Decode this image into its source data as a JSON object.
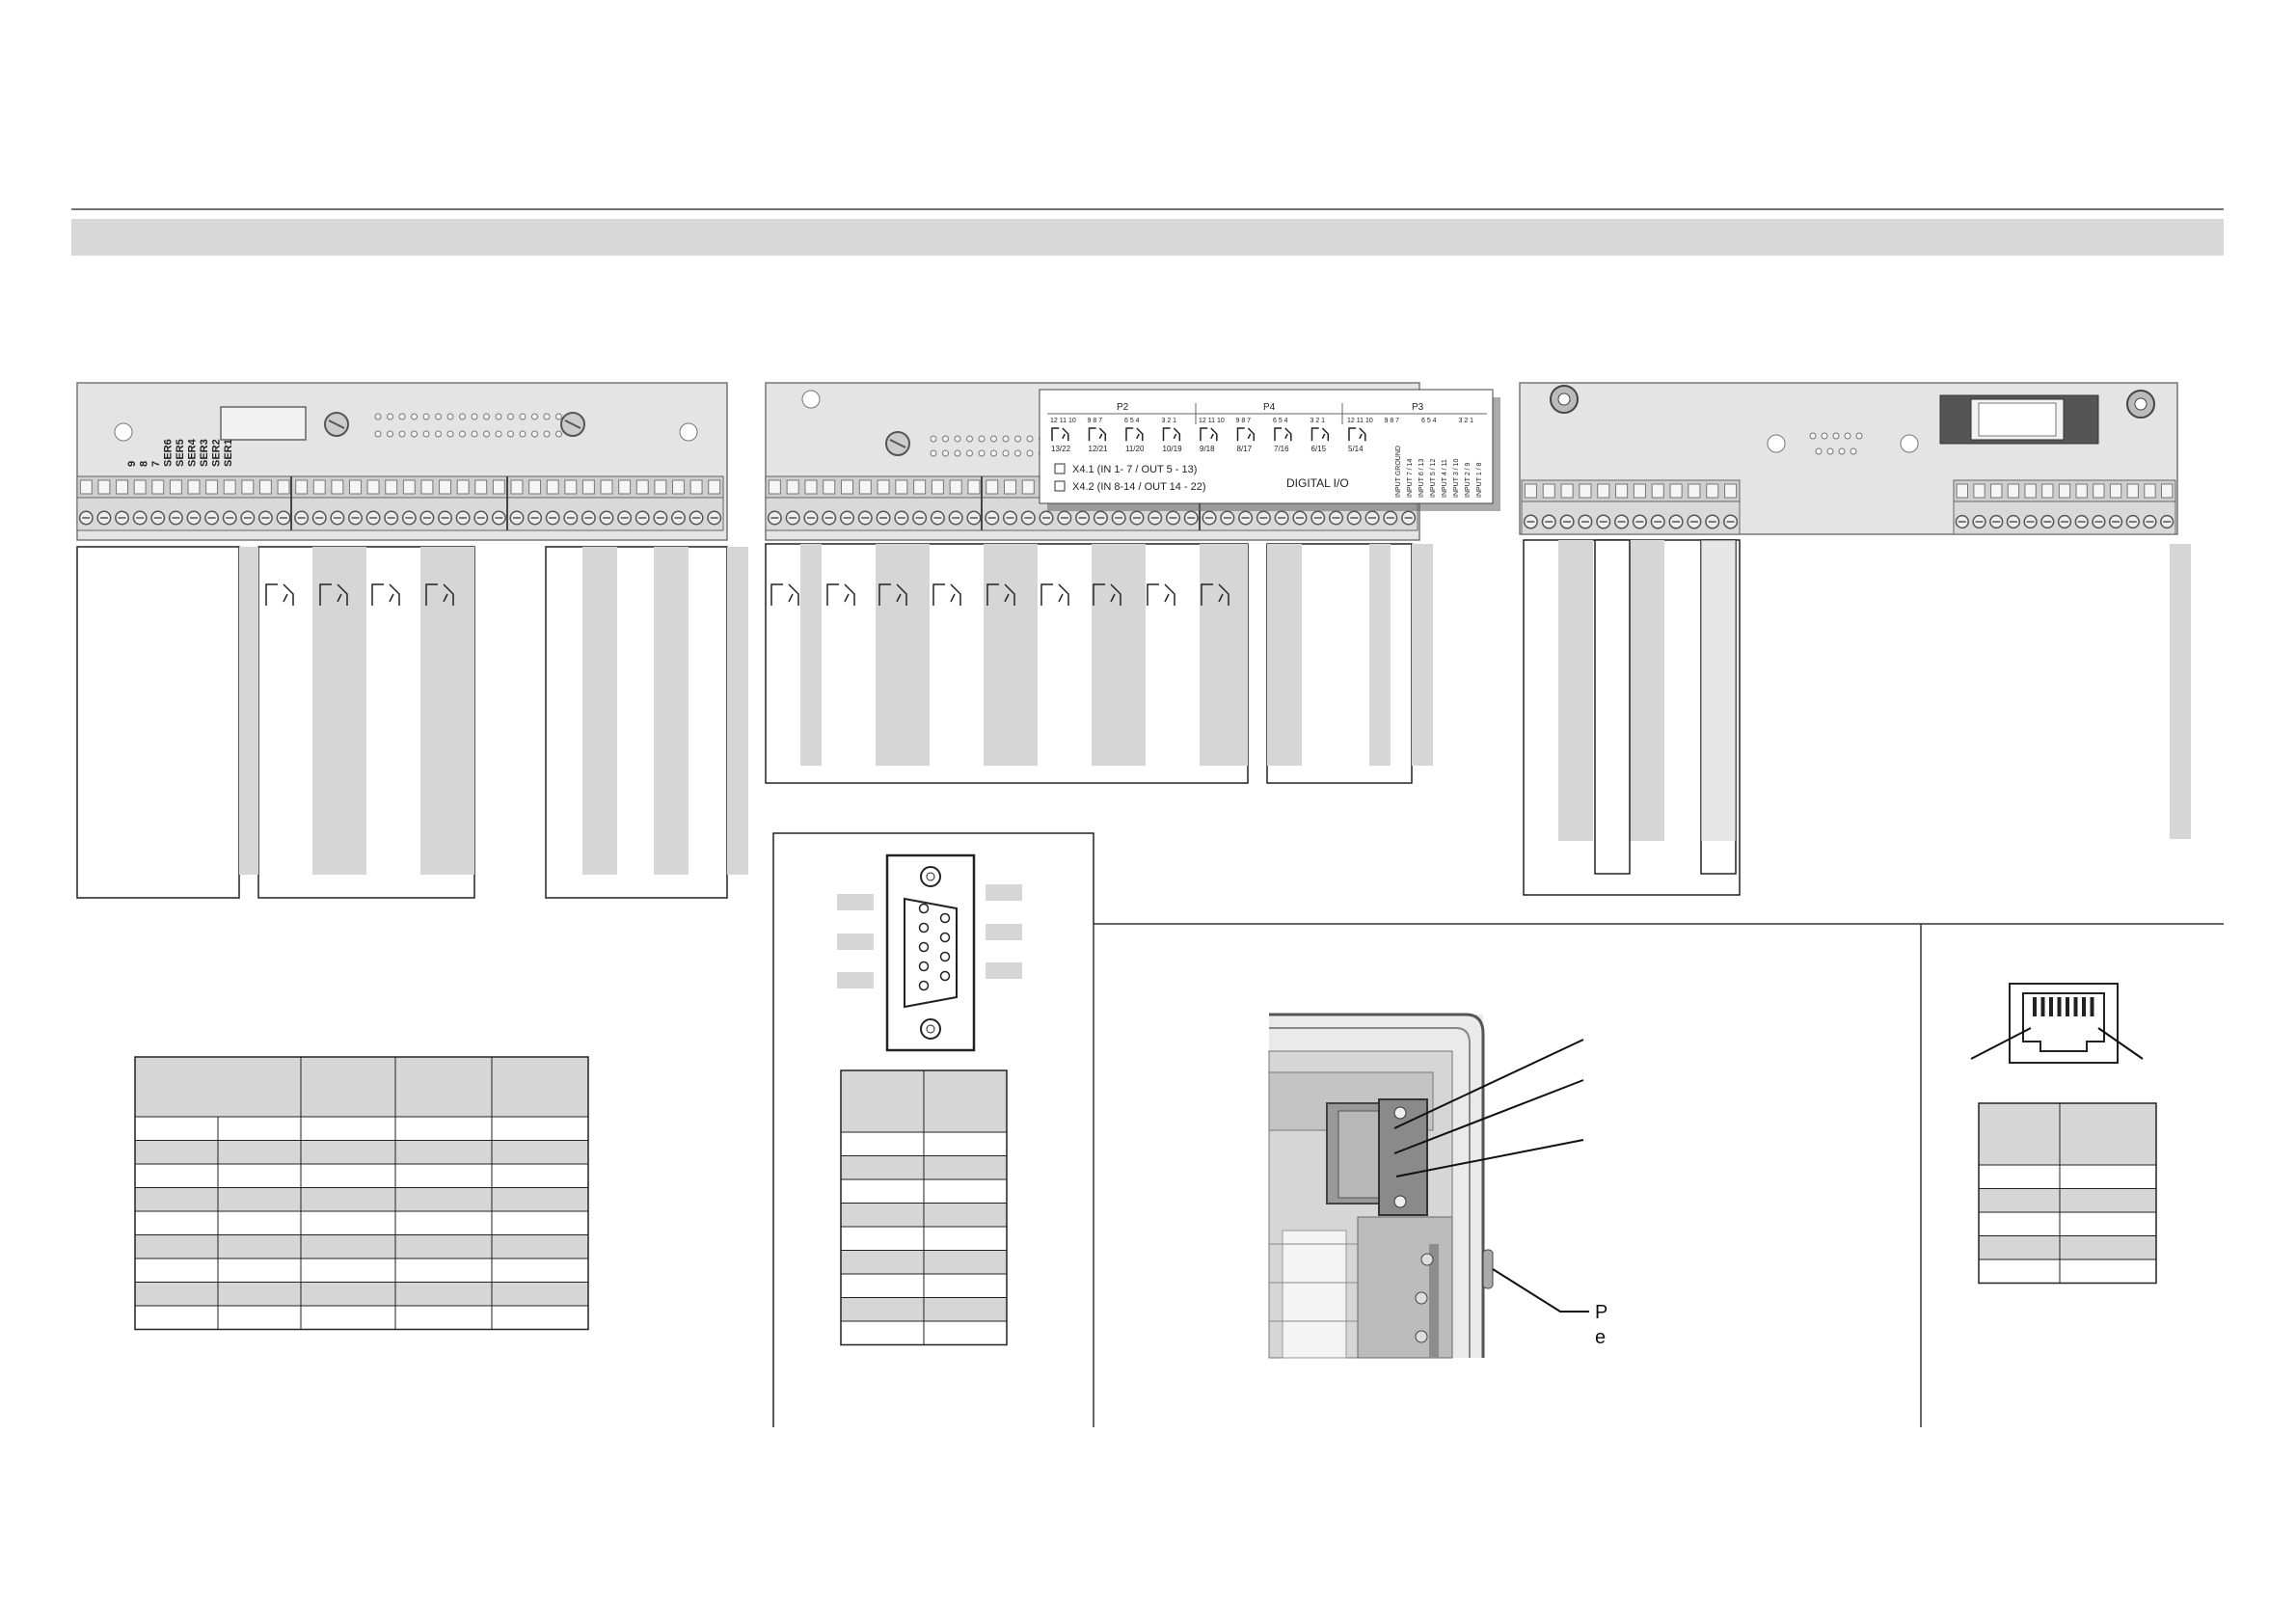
{
  "board1": {
    "ser_labels": [
      "SER1",
      "SER2",
      "SER3",
      "SER4",
      "SER5",
      "SER6",
      "7",
      "8",
      "9"
    ]
  },
  "io_label": {
    "p2": "P2",
    "p4": "P4",
    "p3": "P3",
    "top_numbers": [
      "12 11 10",
      "9 8 7",
      "6 5 4",
      "3 2 1",
      "12 11 10",
      "9 8 7",
      "6 5 4",
      "3 2 1",
      "12 11 10",
      "9 8 7",
      "6 5 4",
      "3 2 1"
    ],
    "bottom_labels": [
      "13/22",
      "12/21",
      "11/20",
      "10/19",
      "9/18",
      "8/17",
      "7/16",
      "6/15",
      "5/14"
    ],
    "checkbox_x41": "X4.1 (IN 1- 7 / OUT 5 - 13)",
    "checkbox_x42": "X4.2 (IN 8-14 / OUT 14 - 22)",
    "digital_io": "DIGITAL I/O",
    "input_labels": [
      "INPUT GROUND",
      "INPUT 7 / 14",
      "INPUT 6 / 13",
      "INPUT 5 / 12",
      "INPUT 4 / 11",
      "INPUT 3 / 10",
      "INPUT 2 / 9",
      "INPUT 1 / 8"
    ]
  },
  "photo_callout": {
    "line1": "P",
    "line2": "e"
  }
}
